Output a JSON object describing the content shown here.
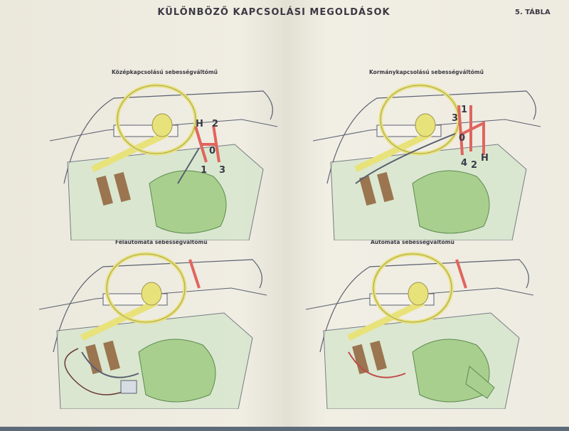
{
  "header": {
    "title": "KÜLÖNBÖZŐ KAPCSOLÁSI MEGOLDÁSOK",
    "plate": "5. TÁBLA"
  },
  "panels": [
    {
      "caption": "Középkapcsolású sebességváltómű",
      "gear_labels": [
        "H",
        "2",
        "0",
        "1",
        "3"
      ]
    },
    {
      "caption": "Kormánykapcsolású sebességváltómű",
      "gear_labels": [
        "3",
        "1",
        "0",
        "4",
        "2",
        "H"
      ]
    },
    {
      "caption": "Félautomata sebességváltómű"
    },
    {
      "caption": "Automata sebességváltómű"
    }
  ],
  "colors": {
    "wheel": "#e8e27a",
    "transmission": "#a9cf8e",
    "arrow": "#e0655e",
    "line": "#5a6070",
    "floor": "#d6e6cc"
  }
}
